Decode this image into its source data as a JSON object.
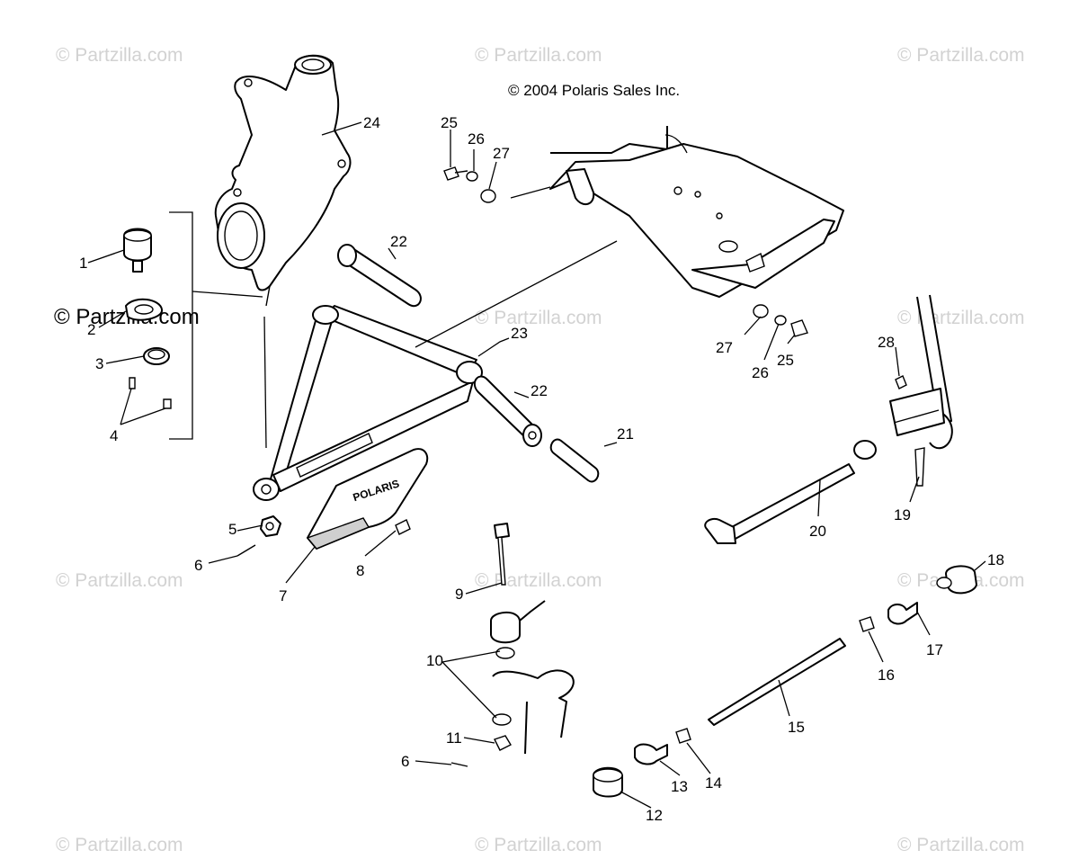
{
  "copyright": "© 2004 Polaris Sales Inc.",
  "watermark_text": "© Partzilla.com",
  "skid_plate_logo": "POLARIS",
  "callouts": {
    "c1": "1",
    "c2": "2",
    "c3": "3",
    "c4": "4",
    "c5": "5",
    "c6a": "6",
    "c6b": "6",
    "c7": "7",
    "c8": "8",
    "c9": "9",
    "c10": "10",
    "c11": "11",
    "c12": "12",
    "c13": "13",
    "c14": "14",
    "c15": "15",
    "c16": "16",
    "c17": "17",
    "c18": "18",
    "c19": "19",
    "c20": "20",
    "c21": "21",
    "c22a": "22",
    "c22b": "22",
    "c23": "23",
    "c24": "24",
    "c25a": "25",
    "c25b": "25",
    "c26a": "26",
    "c26b": "26",
    "c27a": "27",
    "c27b": "27",
    "c28": "28"
  },
  "colors": {
    "line": "#000000",
    "watermark": "#d2d2d2",
    "background": "#ffffff"
  }
}
